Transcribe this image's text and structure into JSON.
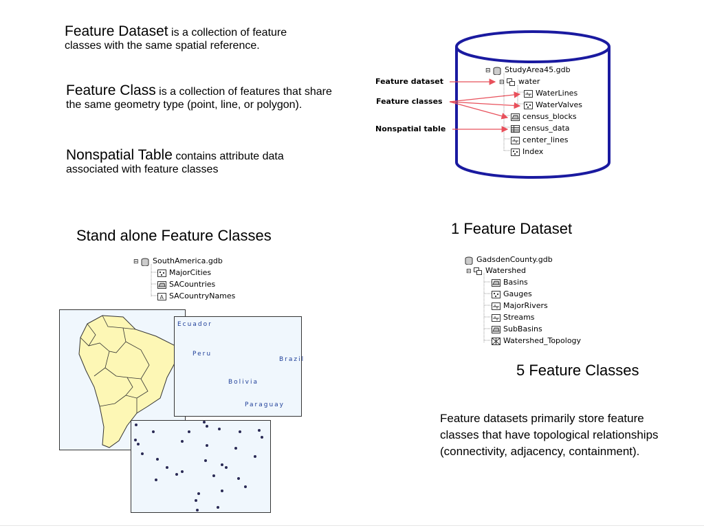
{
  "definitions": {
    "feature_dataset": {
      "term": "Feature Dataset",
      "desc": " is a collection of feature classes with the same spatial reference."
    },
    "feature_class": {
      "term": "Feature Class",
      "desc": " is a collection of features that share the same geometry type (point, line, or polygon)."
    },
    "nonspatial_table": {
      "term": "Nonspatial Table",
      "desc": " contains attribute data associated with feature classes"
    }
  },
  "callouts": {
    "feature_dataset": "Feature dataset",
    "feature_classes": "Feature classes",
    "nonspatial_table": "Nonspatial table"
  },
  "gdb_tree": {
    "items": [
      {
        "label": "StudyArea45.gdb",
        "icon": "database-icon"
      },
      {
        "label": "water",
        "icon": "feature-dataset-icon"
      },
      {
        "label": "WaterLines",
        "icon": "line-feature-class-icon"
      },
      {
        "label": "WaterValves",
        "icon": "point-feature-class-icon"
      },
      {
        "label": "census_blocks",
        "icon": "polygon-feature-class-icon"
      },
      {
        "label": "census_data",
        "icon": "table-icon"
      },
      {
        "label": "center_lines",
        "icon": "line-feature-class-icon"
      },
      {
        "label": "Index",
        "icon": "point-feature-class-icon"
      }
    ]
  },
  "standalone": {
    "heading": "Stand alone Feature Classes",
    "tree": [
      {
        "label": "SouthAmerica.gdb",
        "icon": "database-icon"
      },
      {
        "label": "MajorCities",
        "icon": "point-feature-class-icon"
      },
      {
        "label": "SACountries",
        "icon": "polygon-feature-class-icon"
      },
      {
        "label": "SACountryNames",
        "icon": "annotation-feature-class-icon"
      }
    ],
    "map_labels": [
      "Ecuador",
      "Peru",
      "Brazil",
      "Bolivia",
      "Paraguay"
    ]
  },
  "dataset_example": {
    "heading": "1 Feature Dataset",
    "subheading": "5 Feature Classes",
    "tree": [
      {
        "label": "GadsdenCounty.gdb",
        "icon": "database-icon"
      },
      {
        "label": "Watershed",
        "icon": "feature-dataset-icon"
      },
      {
        "label": "Basins",
        "icon": "polygon-feature-class-icon"
      },
      {
        "label": "Gauges",
        "icon": "point-feature-class-icon"
      },
      {
        "label": "MajorRivers",
        "icon": "line-feature-class-icon"
      },
      {
        "label": "Streams",
        "icon": "line-feature-class-icon"
      },
      {
        "label": "SubBasins",
        "icon": "polygon-feature-class-icon"
      },
      {
        "label": "Watershed_Topology",
        "icon": "topology-icon"
      }
    ]
  },
  "note": "Feature datasets primarily store feature classes that have topological relationships (connectivity, adjacency, containment).",
  "colors": {
    "callout_arrow": "#e8505b",
    "map_fill": "#fdf7b5",
    "panel_bg": "#f0f7fd",
    "map_label": "#1f3f99"
  }
}
